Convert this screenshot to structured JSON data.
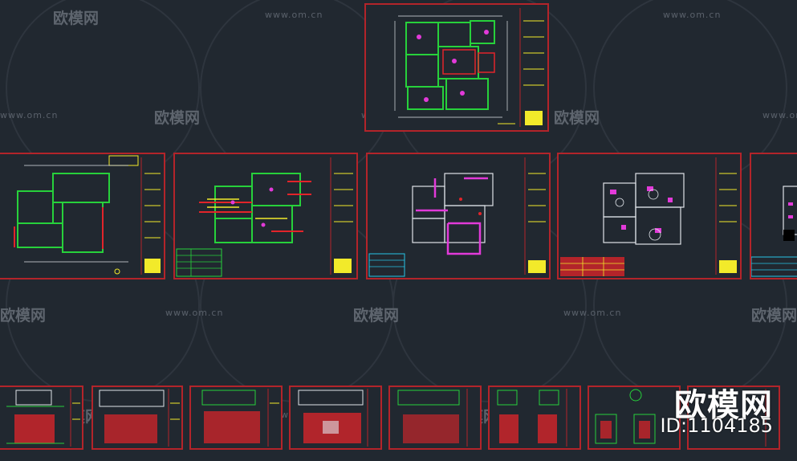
{
  "watermark": {
    "url_text": "www.om.cn",
    "brand_text": "欧模网"
  },
  "overlay": {
    "brand": "欧模网",
    "id_label": "ID:1104185"
  },
  "colors": {
    "background": "#212830",
    "frame": "#b3242a",
    "wall_green": "#27d13b",
    "magenta": "#e23ad9",
    "yellow": "#f2ea2a",
    "red": "#e2242a",
    "cyan": "#27c4e6",
    "white": "#dfe3e8"
  }
}
